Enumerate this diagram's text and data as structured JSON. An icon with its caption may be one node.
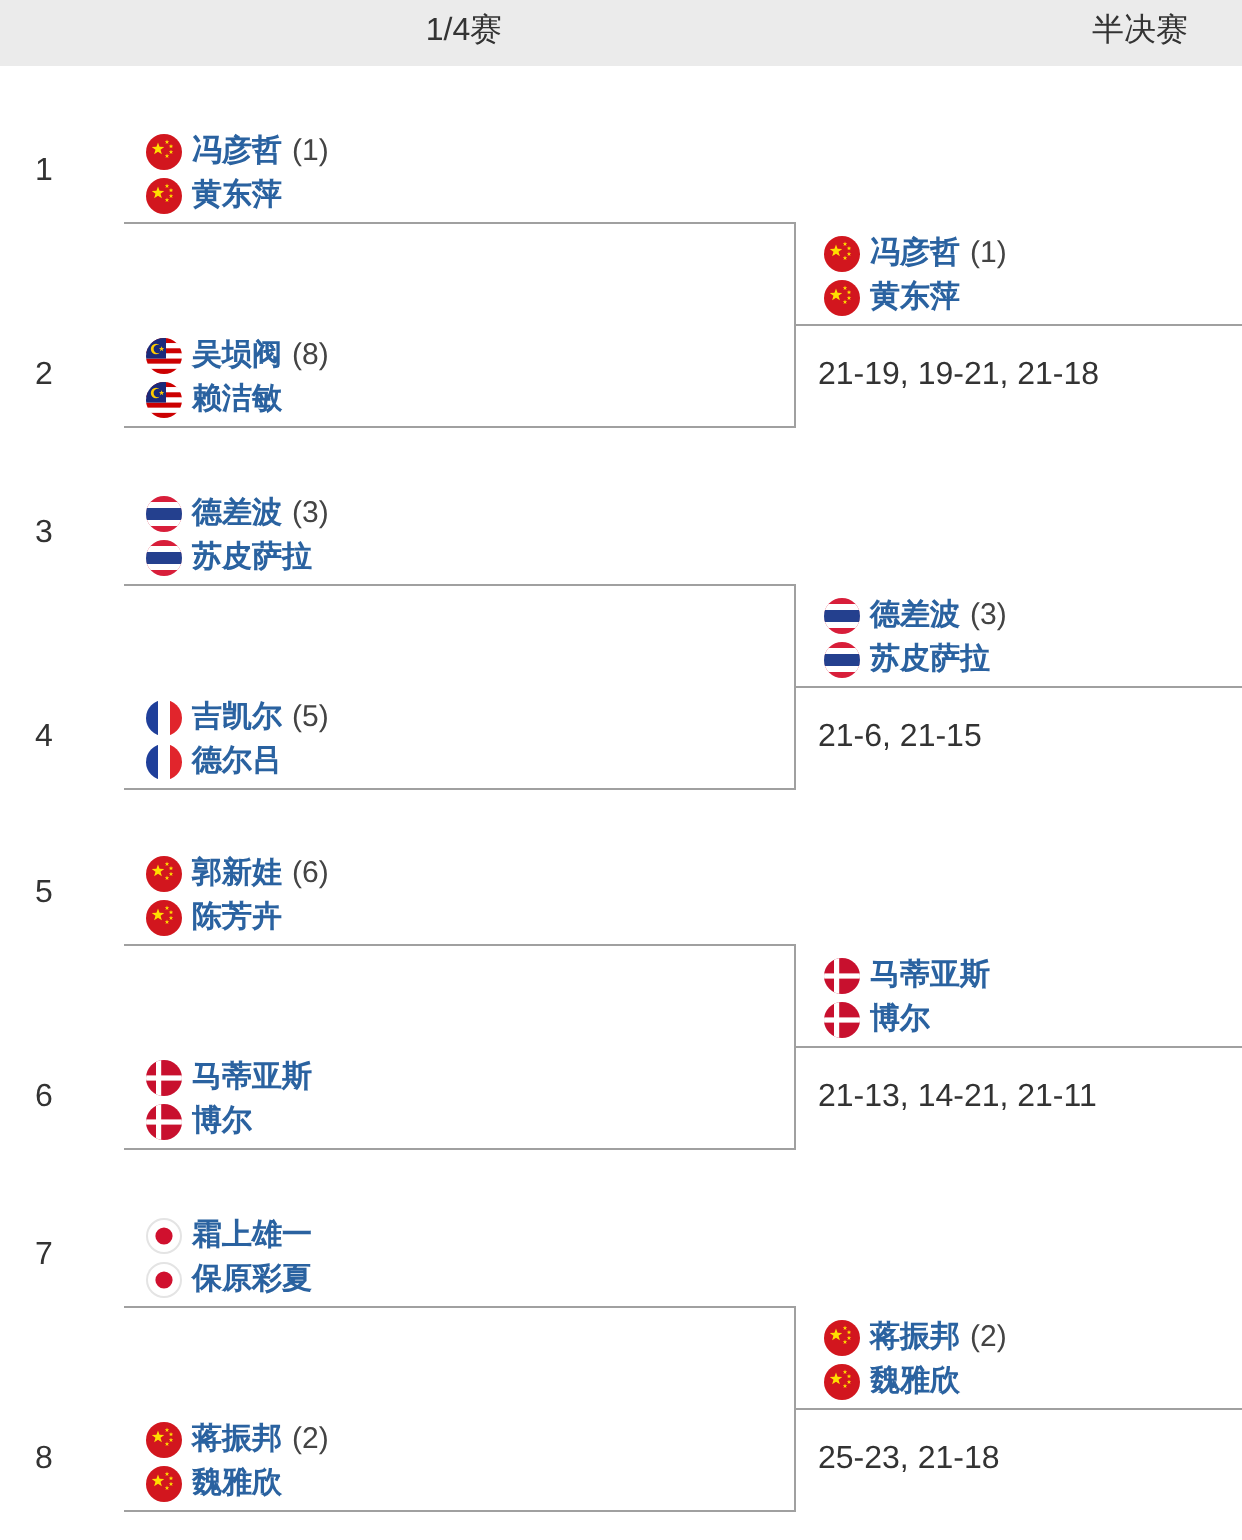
{
  "diagram": {
    "nodes": [
      {
        "text": [
          "冯彦哲",
          "(1)",
          "黄东萍"
        ]
      },
      {
        "text": [
          "冯彦哲",
          "(1)",
          "黄东萍"
        ]
      },
      {
        "text": [
          "吴埙阀",
          "(8)",
          "赖洁敏"
        ]
      },
      {
        "text": [
          "德差波",
          "(3)",
          "苏皮萨拉"
        ]
      },
      {
        "text": [
          "德差波",
          "(3)",
          "苏皮萨拉"
        ]
      },
      {
        "text": [
          "吉凯尔",
          "(5)",
          "德尔吕"
        ]
      },
      {
        "text": [
          "郭新娃",
          "(6)",
          "陈芳卉"
        ]
      },
      {
        "text": [
          "马蒂亚斯",
          "博尔"
        ]
      },
      {
        "text": [
          "马蒂亚斯",
          "博尔"
        ]
      },
      {
        "text": [
          "霜上雄一",
          "保原彩夏"
        ]
      },
      {
        "text": [
          "蒋振邦",
          "(2)",
          "魏雅欣"
        ]
      },
      {
        "text": [
          "蒋振邦",
          "(2)",
          "魏雅欣"
        ]
      }
    ],
    "edges": [
      {
        "from": 0,
        "to": 1,
        "arrow": "none"
      },
      {
        "from": 2,
        "to": 1,
        "arrow": "none"
      },
      {
        "from": 3,
        "to": 4,
        "arrow": "none"
      },
      {
        "from": 5,
        "to": 4,
        "arrow": "none"
      },
      {
        "from": 6,
        "to": 7,
        "arrow": "none"
      },
      {
        "from": 8,
        "to": 7,
        "arrow": "none"
      },
      {
        "from": 9,
        "to": 10,
        "arrow": "none"
      },
      {
        "from": 11,
        "to": 10,
        "arrow": "none"
      }
    ],
    "labels": [
      "1/4赛",
      "半决赛",
      "1",
      "2",
      "21-19, 19-21, 21-18",
      "3",
      "4",
      "21-6, 21-15",
      "5",
      "6",
      "21-13, 14-21, 21-11",
      "7",
      "8",
      "25-23, 21-18"
    ]
  }
}
